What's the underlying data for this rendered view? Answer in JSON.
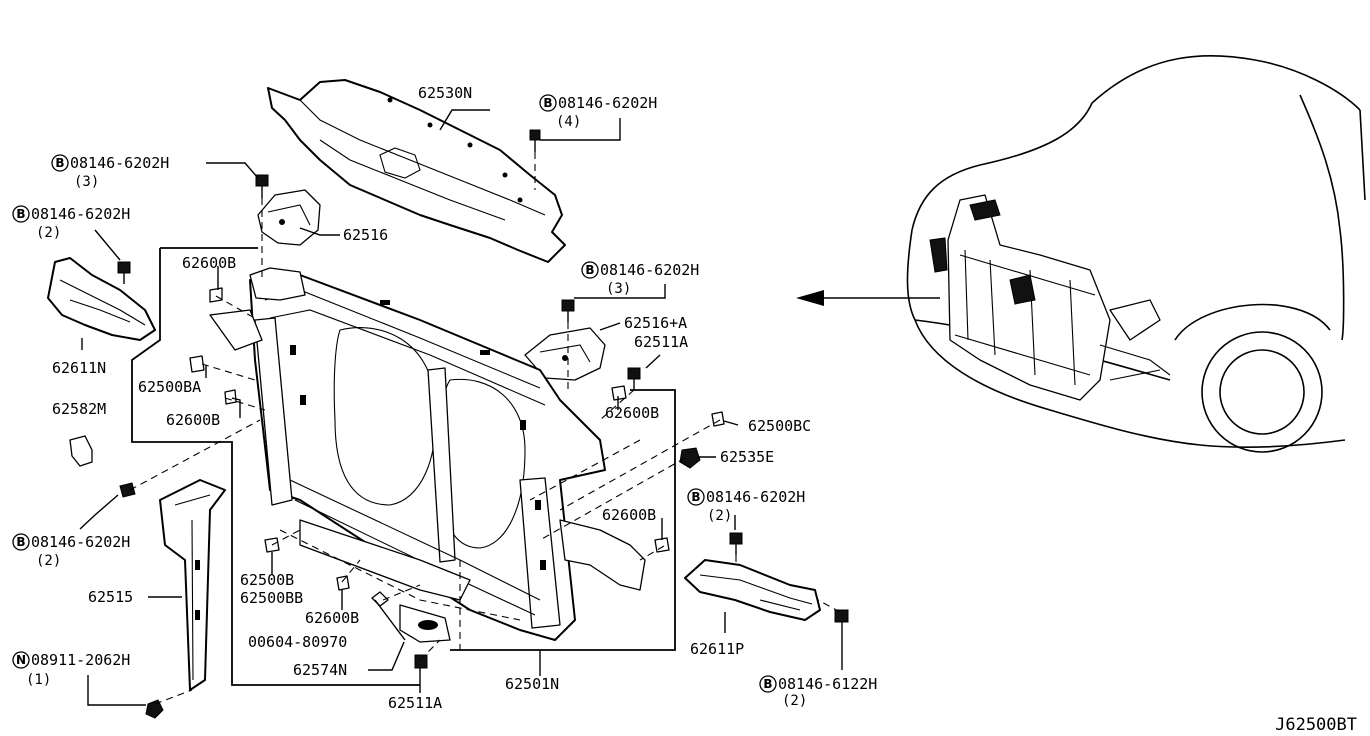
{
  "diagram": {
    "reference_code": "J62500BT",
    "callouts": [
      {
        "id": "c-62530N",
        "part": "62530N",
        "prefix": "",
        "qty": ""
      },
      {
        "id": "c-08146-6202H-4",
        "part": "08146-6202H",
        "prefix": "B",
        "qty": "(4)"
      },
      {
        "id": "c-08146-6202H-3a",
        "part": "08146-6202H",
        "prefix": "B",
        "qty": "(3)"
      },
      {
        "id": "c-62516",
        "part": "62516",
        "prefix": "",
        "qty": ""
      },
      {
        "id": "c-08146-6202H-2a",
        "part": "08146-6202H",
        "prefix": "B",
        "qty": "(2)"
      },
      {
        "id": "c-62600B-a",
        "part": "62600B",
        "prefix": "",
        "qty": ""
      },
      {
        "id": "c-08146-6202H-3b",
        "part": "08146-6202H",
        "prefix": "B",
        "qty": "(3)"
      },
      {
        "id": "c-62611N",
        "part": "62611N",
        "prefix": "",
        "qty": ""
      },
      {
        "id": "c-62516A",
        "part": "62516+A",
        "prefix": "",
        "qty": ""
      },
      {
        "id": "c-62511A-top",
        "part": "62511A",
        "prefix": "",
        "qty": ""
      },
      {
        "id": "c-62500BA",
        "part": "62500BA",
        "prefix": "",
        "qty": ""
      },
      {
        "id": "c-62582M",
        "part": "62582M",
        "prefix": "",
        "qty": ""
      },
      {
        "id": "c-62600B-b",
        "part": "62600B",
        "prefix": "",
        "qty": ""
      },
      {
        "id": "c-62600B-c",
        "part": "62600B",
        "prefix": "",
        "qty": ""
      },
      {
        "id": "c-62500BC",
        "part": "62500BC",
        "prefix": "",
        "qty": ""
      },
      {
        "id": "c-62535E",
        "part": "62535E",
        "prefix": "",
        "qty": ""
      },
      {
        "id": "c-08146-6202H-2b",
        "part": "08146-6202H",
        "prefix": "B",
        "qty": "(2)"
      },
      {
        "id": "c-62600B-d",
        "part": "62600B",
        "prefix": "",
        "qty": ""
      },
      {
        "id": "c-08146-6202H-2c",
        "part": "08146-6202H",
        "prefix": "B",
        "qty": "(2)"
      },
      {
        "id": "c-62500B",
        "part": "62500B",
        "prefix": "",
        "qty": ""
      },
      {
        "id": "c-62500BB",
        "part": "62500BB",
        "prefix": "",
        "qty": ""
      },
      {
        "id": "c-62515",
        "part": "62515",
        "prefix": "",
        "qty": ""
      },
      {
        "id": "c-62600B-e",
        "part": "62600B",
        "prefix": "",
        "qty": ""
      },
      {
        "id": "c-00604-80970",
        "part": "00604-80970",
        "prefix": "",
        "qty": ""
      },
      {
        "id": "c-62611P",
        "part": "62611P",
        "prefix": "",
        "qty": ""
      },
      {
        "id": "c-08911-2062H",
        "part": "08911-2062H",
        "prefix": "N",
        "qty": "(1)"
      },
      {
        "id": "c-62574N",
        "part": "62574N",
        "prefix": "",
        "qty": ""
      },
      {
        "id": "c-62501N",
        "part": "62501N",
        "prefix": "",
        "qty": ""
      },
      {
        "id": "c-08146-6122H",
        "part": "08146-6122H",
        "prefix": "B",
        "qty": "(2)"
      },
      {
        "id": "c-62511A-bottom",
        "part": "62511A",
        "prefix": "",
        "qty": ""
      }
    ]
  }
}
